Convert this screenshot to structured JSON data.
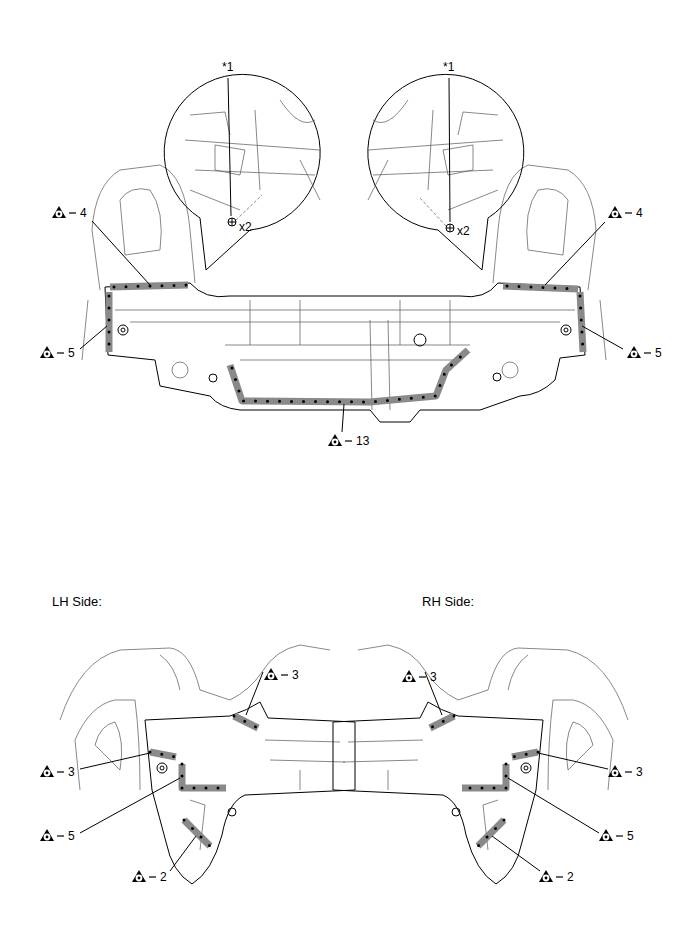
{
  "diagram": {
    "labels": [
      "*1",
      "*1",
      "4",
      "4",
      "x2",
      "x2",
      "5",
      "5",
      "13",
      "LH Side:",
      "RH Side:",
      "3",
      "3",
      "3",
      "3",
      "5",
      "5",
      "2",
      "2"
    ]
  }
}
